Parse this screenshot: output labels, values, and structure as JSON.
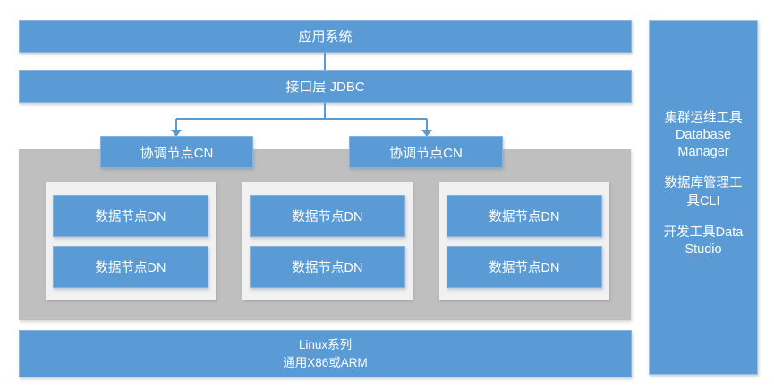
{
  "colors": {
    "primary_blue": "#5B9BD5",
    "container_gray": "#BFBFBF",
    "inner_panel": "#F1F1F2",
    "connector_blue": "#5B9BD5",
    "text_white": "#FFFFFF",
    "sidebar_border": "#9DC3E6"
  },
  "layers": {
    "application": "应用系统",
    "interface": "接口层 JDBC",
    "os": "Linux系列\n通用X86或ARM"
  },
  "coordinator_nodes": [
    {
      "label": "协调节点CN"
    },
    {
      "label": "协调节点CN"
    }
  ],
  "data_node_columns": [
    {
      "nodes": [
        "数据节点DN",
        "数据节点DN"
      ]
    },
    {
      "nodes": [
        "数据节点DN",
        "数据节点DN"
      ]
    },
    {
      "nodes": [
        "数据节点DN",
        "数据节点DN"
      ]
    }
  ],
  "sidebar": {
    "tools": [
      {
        "label": "集群运维工具\nDatabase\nManager"
      },
      {
        "label": "数据库管理工\n具CLI"
      },
      {
        "label": "开发工具Data\nStudio"
      }
    ]
  }
}
